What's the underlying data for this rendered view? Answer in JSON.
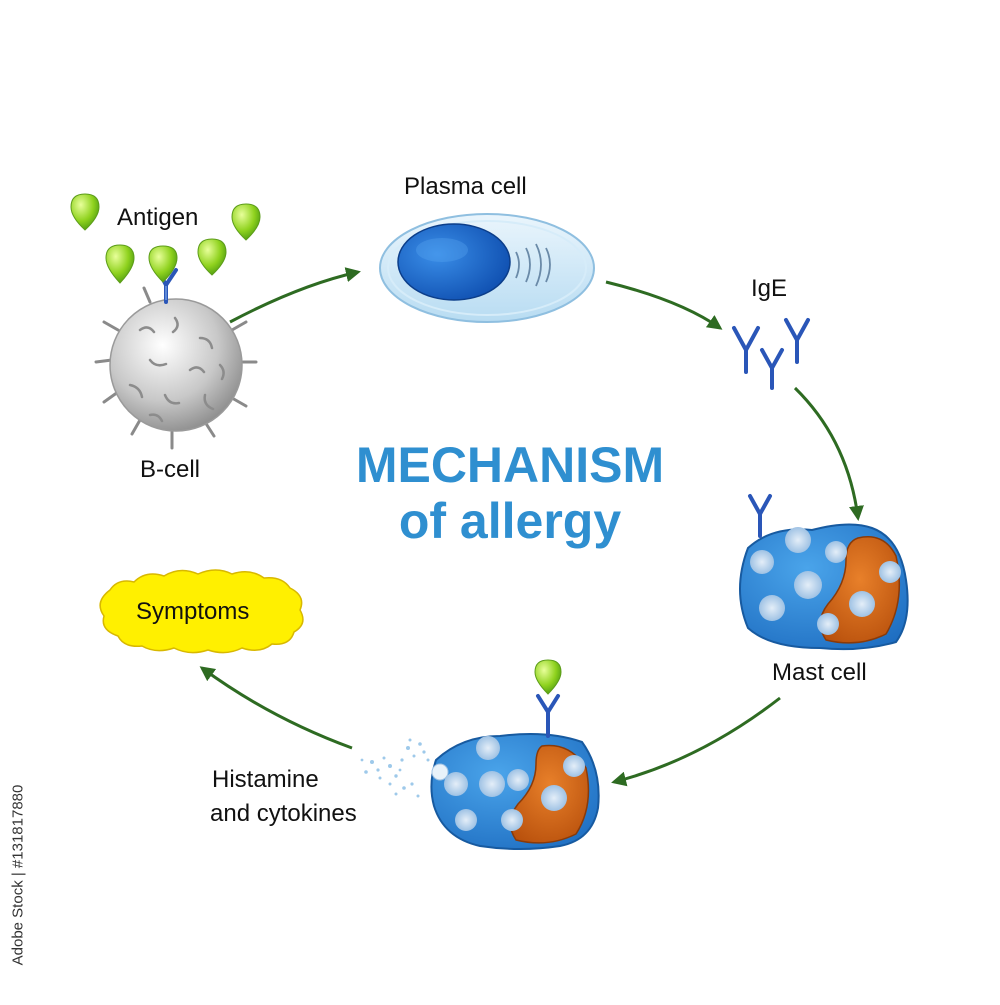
{
  "diagram": {
    "title_line1": "MECHANISM",
    "title_line2": "of allergy",
    "labels": {
      "antigen": "Antigen",
      "plasma_cell": "Plasma cell",
      "ige": "IgE",
      "b_cell": "B-cell",
      "mast_cell": "Mast cell",
      "symptoms": "Symptoms",
      "histamine_line1": "Histamine",
      "histamine_line2": "and cytokines"
    },
    "stock_id": "Adobe Stock | #131817880"
  },
  "colors": {
    "title": "#2f8fd0",
    "arrow": "#2e6b22",
    "antigen": "#7cc61e",
    "antibody": "#2a56b8",
    "mast_cell": "#2f87d6",
    "nucleus": "#d86a1a",
    "symptoms": "#fff000"
  }
}
